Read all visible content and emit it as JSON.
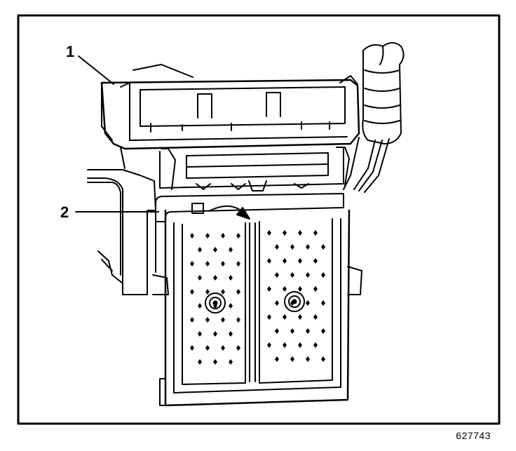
{
  "callouts": [
    {
      "id": "1",
      "label": "1"
    },
    {
      "id": "2",
      "label": "2"
    }
  ],
  "figure_number": "627743",
  "colors": {
    "line": "#000000",
    "background": "#ffffff"
  }
}
